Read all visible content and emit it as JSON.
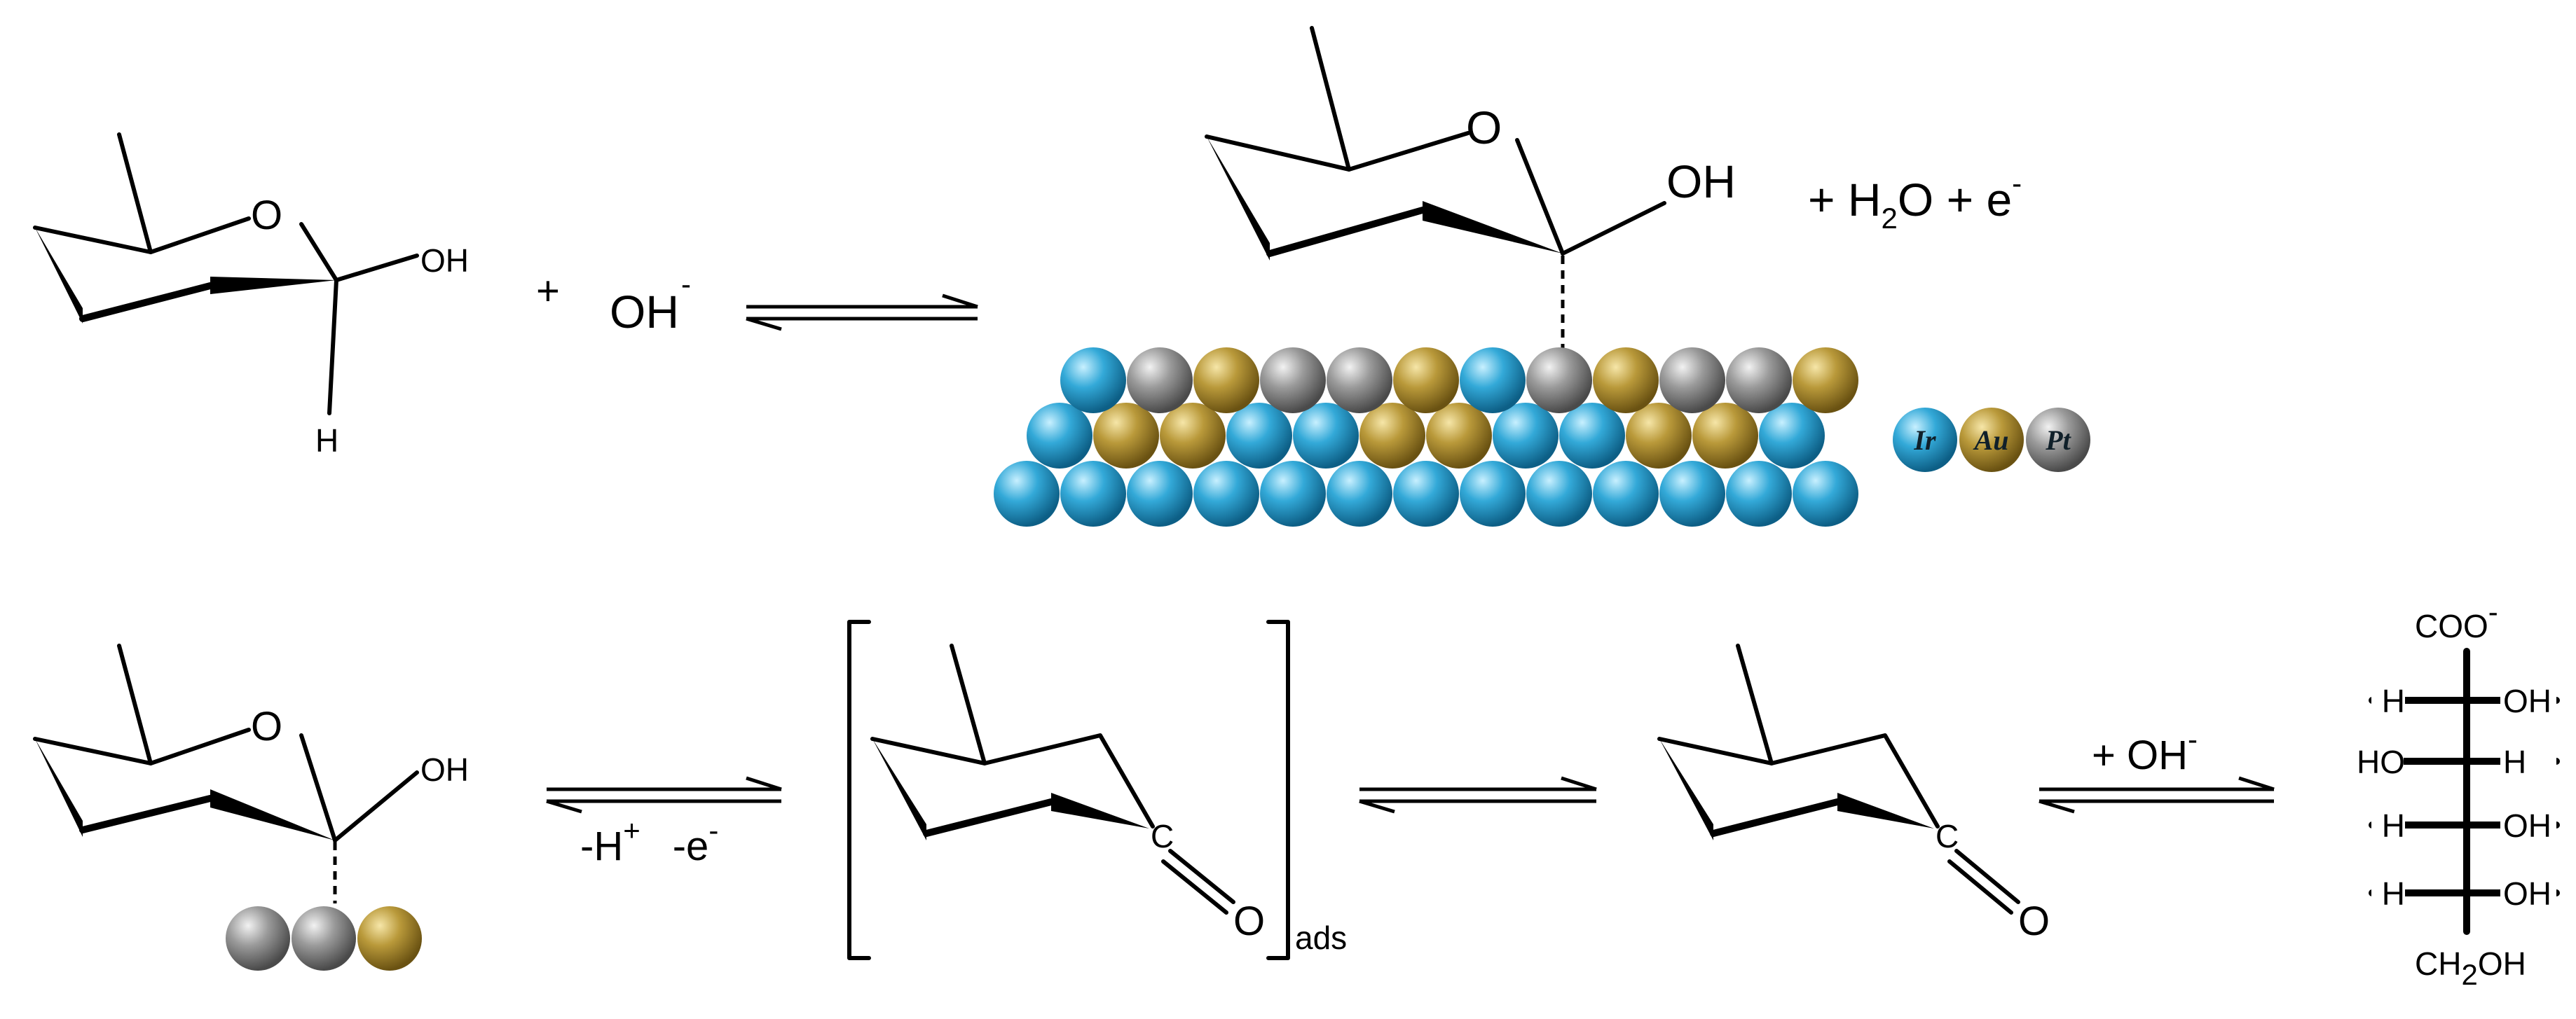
{
  "colors": {
    "ir": "#2fa3d2",
    "au": "#b79733",
    "pt": "#8f8f8f",
    "bond": "#000000"
  },
  "top_row": {
    "hydroxyl_label": "OH",
    "hydrogen_label": "H",
    "ring_oxygen_label": "O",
    "plus_sign": "+",
    "reactant_ion": "OH",
    "reactant_ion_charge": "-",
    "product_hydroxyl_label": "OH",
    "product_extra_prefix": "+ H",
    "product_water_subscript": "2",
    "product_extra_mid": "O + e",
    "product_electron_charge": "-"
  },
  "legend": {
    "items": [
      {
        "label": "Ir",
        "color": "#2fa3d2"
      },
      {
        "label": "Au",
        "color": "#b79733"
      },
      {
        "label": "Pt",
        "color": "#8f8f8f"
      }
    ]
  },
  "bottom_row": {
    "adsorbed_hydroxyl_label": "OH",
    "ring_oxygen_label": "O",
    "step1_label_h": "-H",
    "step1_label_h_charge": "+",
    "step1_label_e": "-e",
    "step1_label_e_charge": "-",
    "carbon_label": "C",
    "carbonyl_oxygen_label": "O",
    "adsorbed_subscript": "ads",
    "step3_label": "+ OH",
    "step3_label_charge": "-"
  },
  "fischer": {
    "top_group": "COO",
    "top_group_charge": "-",
    "rows": [
      {
        "left": "H",
        "right": "OH"
      },
      {
        "left": "HO",
        "right": "H"
      },
      {
        "left": "H",
        "right": "OH"
      },
      {
        "left": "H",
        "right": "OH"
      }
    ],
    "bottom_group_prefix": "CH",
    "bottom_group_subscript": "2",
    "bottom_group_suffix": "OH"
  }
}
